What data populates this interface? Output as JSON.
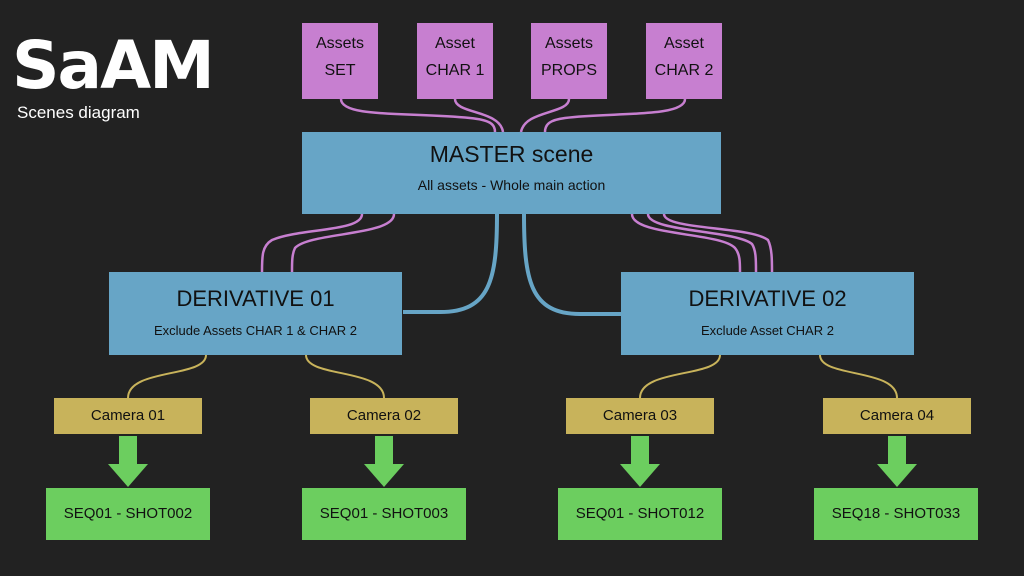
{
  "logo": {
    "text": "SaAM"
  },
  "subtitle": "Scenes diagram",
  "assets": [
    {
      "line1": "Assets",
      "line2": "SET"
    },
    {
      "line1": "Asset",
      "line2": "CHAR 1"
    },
    {
      "line1": "Assets",
      "line2": "PROPS"
    },
    {
      "line1": "Asset",
      "line2": "CHAR 2"
    }
  ],
  "master": {
    "title": "MASTER scene",
    "subtitle": "All assets - Whole main action"
  },
  "derivatives": [
    {
      "title": "DERIVATIVE 01",
      "subtitle": "Exclude Assets CHAR 1 & CHAR 2"
    },
    {
      "title": "DERIVATIVE 02",
      "subtitle": "Exclude Asset CHAR 2"
    }
  ],
  "cameras": [
    "Camera 01",
    "Camera 02",
    "Camera 03",
    "Camera 04"
  ],
  "shots": [
    "SEQ01 - SHOT002",
    "SEQ01 - SHOT003",
    "SEQ01 - SHOT012",
    "SEQ18 - SHOT033"
  ],
  "colors": {
    "background": "#222222",
    "asset": "#c77fd0",
    "scene": "#67a5c6",
    "camera": "#c8b35b",
    "shot": "#6cce5f",
    "asset_link": "#c77fd0",
    "scene_link": "#67a5c6",
    "camera_link": "#c8b35b",
    "arrow": "#6cce5f"
  }
}
